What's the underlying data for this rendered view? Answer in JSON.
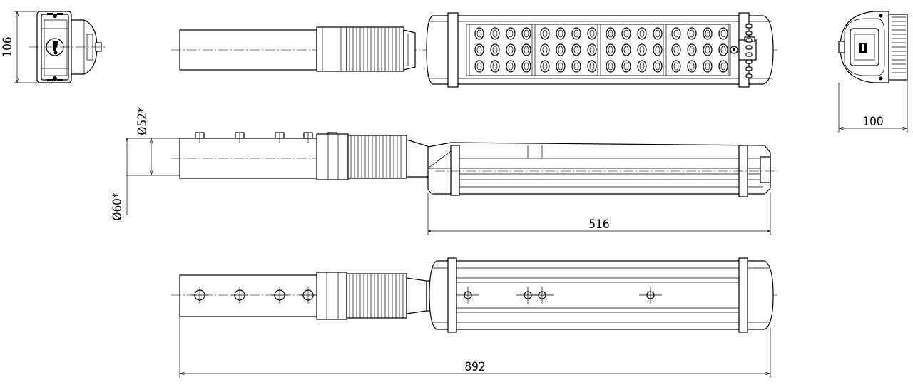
{
  "drawing": {
    "dimensions": {
      "height_front": "106",
      "width_side": "100",
      "diameter_small": "Ø52*",
      "diameter_large": "Ø60*",
      "lamp_length": "516",
      "total_length": "892"
    },
    "led_rows": 3,
    "led_cols_per_module": 4,
    "led_modules": 4
  }
}
